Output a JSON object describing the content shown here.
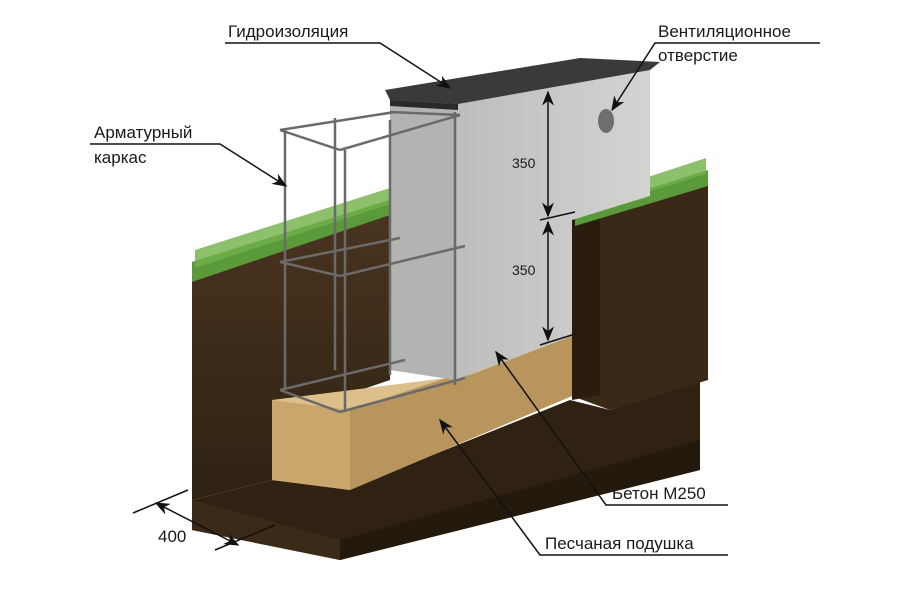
{
  "diagram": {
    "type": "strip foundation cross-section",
    "labels": {
      "waterproofing": "Гидроизоляция",
      "vent_line1": "Вентиляционное",
      "vent_line2": "отверстие",
      "rebar_line1": "Арматурный",
      "rebar_line2": "каркас",
      "concrete": "Бетон М250",
      "sand": "Песчаная подушка"
    },
    "dimensions": {
      "above_ground": "350",
      "below_ground": "350",
      "width": "400"
    },
    "colors": {
      "concrete": "#c9c9c7",
      "concrete_side": "#b3b3b1",
      "waterproofing": "#3a3a3a",
      "soil": "#3d2c18",
      "soil_dark": "#2b1e10",
      "sand": "#d2b27a",
      "grass": "#5a9a3a",
      "rebar": "#6a6a6a"
    }
  }
}
